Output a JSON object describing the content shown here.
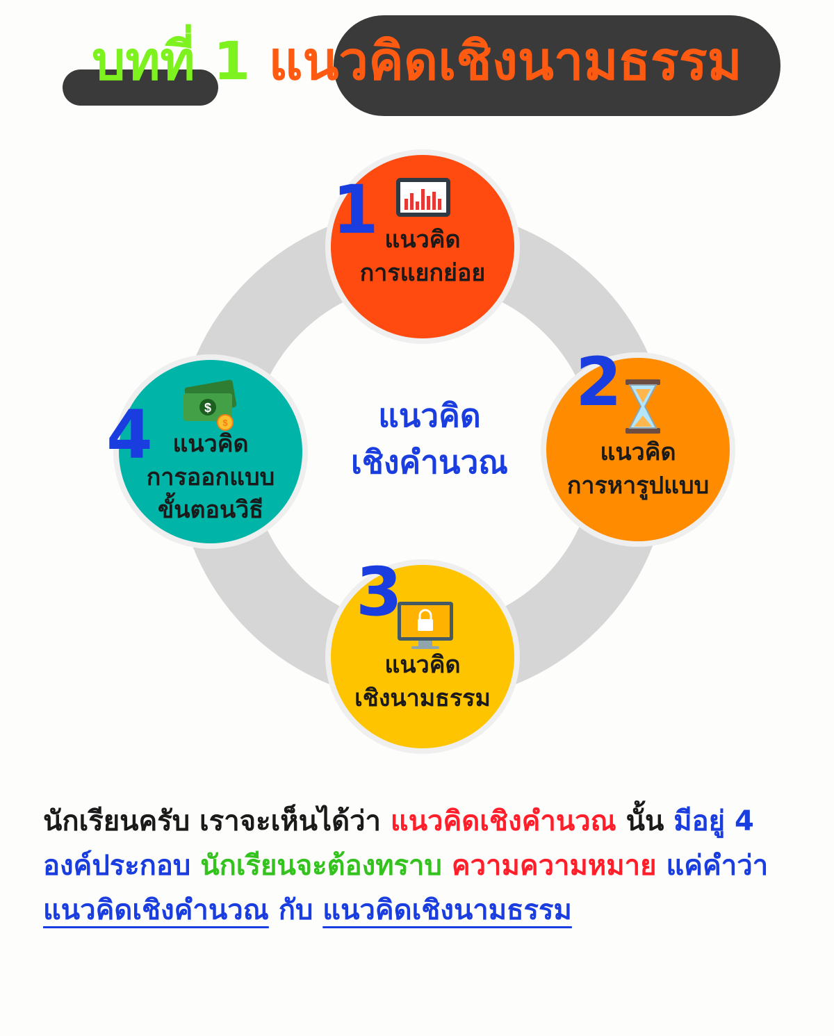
{
  "title": {
    "part1": "บทที่ 1",
    "part2": "แนวคิดเชิงนามธรรม",
    "colors": {
      "part1": "#7ef21e",
      "part2": "#ff5a12",
      "pill": "#3a3a3a"
    }
  },
  "diagram": {
    "center": {
      "line1": "แนวคิด",
      "line2": "เชิงคำนวณ"
    },
    "ring_color": "#d6d6d6",
    "nodes": [
      {
        "number": "1",
        "line1": "แนวคิด",
        "line2": "การแยกย่อย",
        "line3": "",
        "color": "#ff4a10",
        "icon": "bar-chart-tablet-icon"
      },
      {
        "number": "2",
        "line1": "แนวคิด",
        "line2": "การหารูปแบบ",
        "line3": "",
        "color": "#ff8c00",
        "icon": "hourglass-icon"
      },
      {
        "number": "3",
        "line1": "แนวคิด",
        "line2": "เชิงนามธรรม",
        "line3": "",
        "color": "#ffc400",
        "icon": "monitor-lock-icon"
      },
      {
        "number": "4",
        "line1": "แนวคิด",
        "line2": "การออกแบบ",
        "line3": "ขั้นตอนวิธี",
        "color": "#00b5a7",
        "icon": "money-cash-icon"
      }
    ]
  },
  "paragraph": {
    "s1": "นักเรียนครับ เราจะเห็นได้ว่า ",
    "s2": "แนวคิดเชิงคำนวณ",
    "s3": " นั้น ",
    "s4": "มีอยู่ 4 องค์ประกอบ",
    "s5": " นักเรียนจะต้องทราบ ",
    "s6": "ความความหมาย",
    "s7": " แค่คำว่า ",
    "s8": "แนวคิดเชิงคำนวณ",
    "s9": " กับ ",
    "s10": "แนวคิดเชิงนามธรรม"
  }
}
